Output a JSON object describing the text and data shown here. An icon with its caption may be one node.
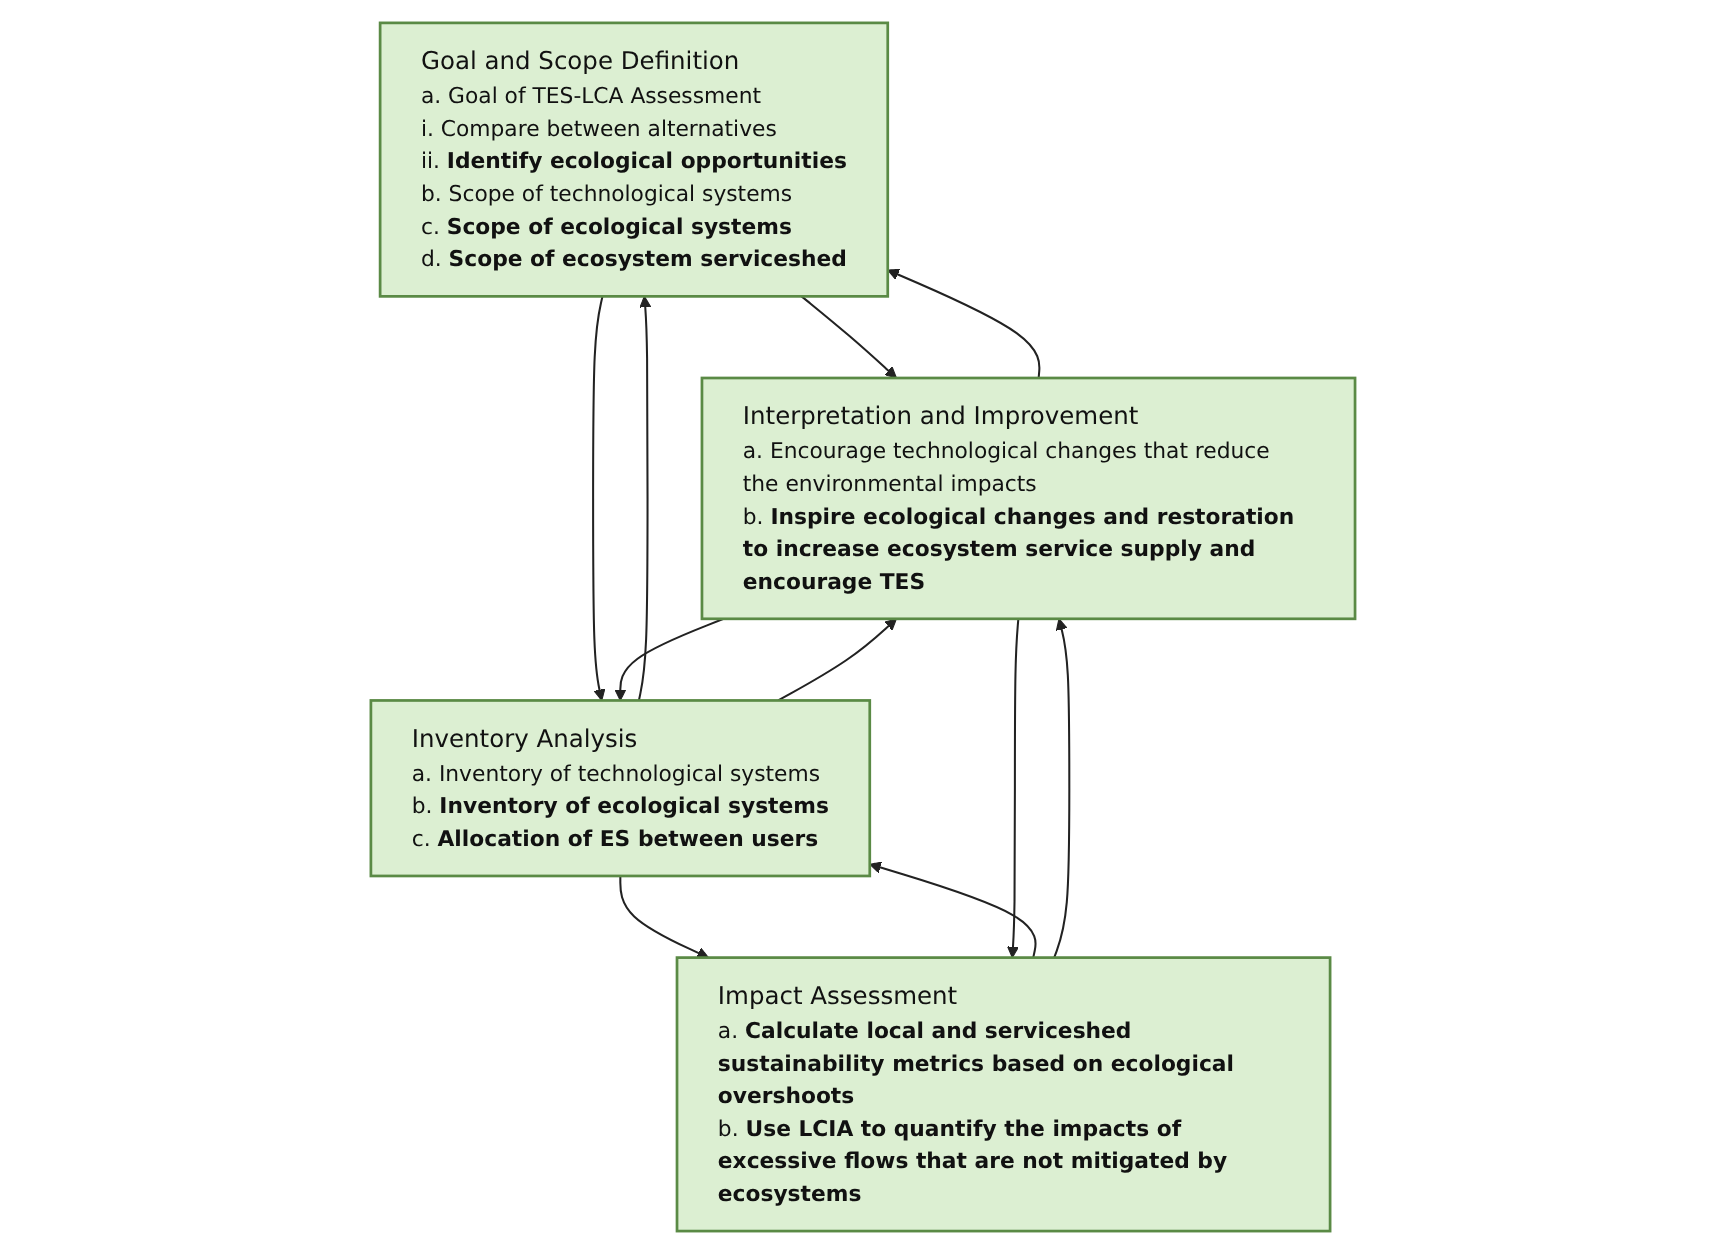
{
  "diagram": {
    "nodes": [
      {
        "text": [
          "Goal and Scope Definition",
          "a. Goal of TES-LCA Assessment",
          "i. Compare between alternatives",
          "ii. **Identify ecological opportunities**",
          "b. Scope of technological systems",
          "c. **Scope of ecological systems**",
          "d. **Scope of ecosystem serviceshed**"
        ]
      },
      {
        "text": [
          "Interpretation and Improvement",
          "a. Encourage technological changes that reduce the environmental impacts",
          "b. **Inspire ecological changes and restoration to increase ecosystem service supply and encourage TES**"
        ]
      },
      {
        "text": [
          "Inventory Analysis",
          "a. Inventory of technological systems",
          "b. **Inventory of ecological systems**",
          "c. **Allocation of ES between users**"
        ]
      },
      {
        "text": [
          "Impact Assessment",
          "a. **Calculate local and serviceshed sustainability metrics based on ecological overshoots**",
          "b. **Use LCIA to quantify the impacts of excessive flows that are not mitigated by ecosystems**"
        ]
      }
    ],
    "edges": [
      {
        "from": 1,
        "to": 0,
        "arrow": "to"
      },
      {
        "from": 0,
        "to": 1,
        "arrow": "to"
      },
      {
        "from": 2,
        "to": 0,
        "arrow": "to"
      },
      {
        "from": 0,
        "to": 2,
        "arrow": "to"
      },
      {
        "from": 1,
        "to": 2,
        "arrow": "to"
      },
      {
        "from": 2,
        "to": 1,
        "arrow": "to"
      },
      {
        "from": 3,
        "to": 2,
        "arrow": "to"
      },
      {
        "from": 2,
        "to": 3,
        "arrow": "to"
      },
      {
        "from": 1,
        "to": 3,
        "arrow": "to"
      },
      {
        "from": 3,
        "to": 1,
        "arrow": "to"
      }
    ]
  }
}
